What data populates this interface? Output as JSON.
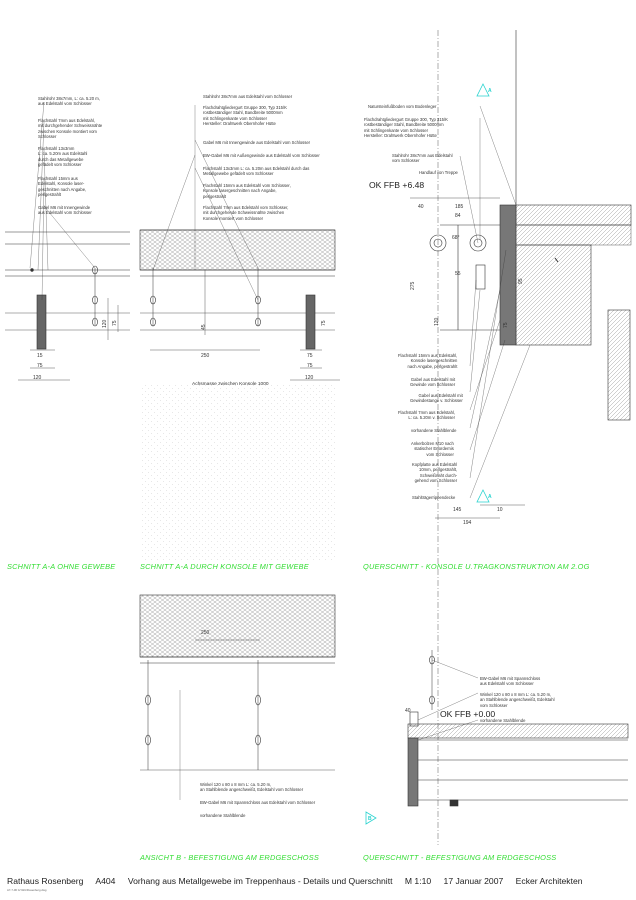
{
  "sections": {
    "a": {
      "title": "SCHNITT A-A OHNE GEWEBE"
    },
    "b": {
      "title": "SCHNITT A-A  DURCH KONSOLE MIT GEWEBE"
    },
    "c": {
      "title": "QUERSCHNITT -  KONSOLE U.TRAGKONSTRUKTION AM 2.OG"
    },
    "d": {
      "title": "ANSICHT B - BEFESTIGUNG AM ERDGESCHOSS"
    },
    "e": {
      "title": "QUERSCHNITT - BEFESTIGUNG AM ERDGESCHOSS"
    }
  },
  "labels_a": [
    "Stahlrohr 38x7mm, L: ca. 5.20 m,\naus Edelstahl vom Schlosser",
    "Flachstahl 7mm aus Edelstahl,\nmit durchgehender Schweissnähte\nzwischen Konsole montiert vom\nSchlosser",
    "Flachstahl 13x3mm\nL: ca. 5.20m aus Edelstahl\ndurch das Metallgewebe\ngefädelt vom Schlosser",
    "Flachstahl 15mm aus\nEdelstahl, Konsole laser-\ngeschnitten nach Angabe,\nperlgestrahlt",
    "Gabel M6 mit Innengewinde\naus Edelstahl vom Schlosser"
  ],
  "labels_b": [
    "Stahlrohr 38x7mm aus Edelstahl vom Schlosser",
    "Flachdrahtgliedergurt Gruppe 300, Typ 315/K\nrostbeständiger Stahl, Bandbreite 5000mm\nmit Schlingenkante vom Schlosser\nHersteller: Drahtwerk Obernhofer Hütte",
    "Gabel M6 mit Innengewinde aus Edelstahl vom Schlosser",
    "BW-Gabel M6 mit Außengewinde aus Edelstahl vom Schlosser",
    "Flachstahl 13x3mm L: ca. 5.20m aus Edelstahl durch das\nMetallgewebe gefädelt vom Schlosser",
    "Flachstahl 15mm aus Edelstahl vom Schlosser,\nKonsole lasergeschnitten nach Angabe,\nperlgestrahlt",
    "Flachstahl 7mm aus Edelstahl vom Schlosser,\nmit durchgehende Schweissnähte zwischen\nKonsole montiert vom Schlosser"
  ],
  "labels_c_top": [
    "Natursteinfußboden vom Bodenleger",
    "Flachdrahtgliedergurt Gruppe 300, Typ 315/K\nrostbeständiger Stahl, Bandbreite 5000mm\nmit Schlingenkante vom Schlosser\nHersteller: Drahtwerk Obernhofer Hütte",
    "Stahlrohr 38x7mm aus Edelstahl\nvom Schlosser",
    "Handlauf von Treppe"
  ],
  "labels_c_left": [
    "Flachstahl 15mm aus Edelstahl,\nKonsole lasergeschnitten\nnach Angabe, perlgestrahlt",
    "Gabel aus Edelstahl mit\nGewinde vom Schlosser",
    "Gabel aus Edelstahl mit\nGewindestange v. Schlosser",
    "Flachstahl 7mm aus Edelstahl,\nL: ca. 5.20m v. Schlosser",
    "vorhandene Stahlblende",
    "Ankerbolzen M10 nach\nstatischer Erfordernis\nvom Schlosser",
    "Kopfplatte aus Edelstahl\n10mm, perlgestrahlt,\nSchweißnaht durch-\ngehend vom Schlosser",
    "Stahlträgerrippendecke"
  ],
  "labels_d": [
    "Winkel 120 x 80 x 8 mm L: ca. 5.20 m,\nan Stahlblende angeschweißt, Edelstahl vom Schlosser",
    "BW-Gabel M6 mit Spannschloss aus Edelstahl vom Schlosser",
    "vorhandene Stahlblende"
  ],
  "labels_e": [
    "BW-Gabel M6 mit Spannschloss\naus Edelstahl vom Schlosser",
    "Winkel 120 x 80 x 8 mm L: ca. 5.20 m,\nan Stahlblende angeschweißt, Edelstahl\nvom Schlosser",
    "vorhandene Stahlblende"
  ],
  "levels": {
    "upper": "OK FFB +6.48",
    "lower": "OK FFB +0.00"
  },
  "notes": {
    "achsmasse": "Achsmasse zwischen Konsole 1000"
  },
  "dims": {
    "a_15": "15",
    "a_75": "75",
    "a_120": "120",
    "a_v120": "120",
    "a_v75": "75",
    "b_45": "45",
    "b_250": "250",
    "b_75": "75",
    "b_120": "120",
    "b_v75": "75",
    "c_40": "40",
    "c_185": "185",
    "c_84": "84",
    "c_68": "68°",
    "c_55": "55",
    "c_275": "275",
    "c_120": "120",
    "c_75": "75",
    "c_95": "95",
    "c_145": "145",
    "c_10": "10",
    "c_194": "194",
    "d_250": "250",
    "e_40": "40"
  },
  "markers": {
    "a_top": "A",
    "a_bottom": "A",
    "b": "B"
  },
  "footer": {
    "project": "Rathaus Rosenberg",
    "sheet": "A404",
    "description": "Vorhang aus Metallgewebe im Treppenhaus  - Details und Querschnitt",
    "scale": "M 1:10",
    "date": "17 Januar 2007",
    "office": "Ecker Architekten",
    "small": "A7-7-06  G:\\WU\\Rosenberg.dwg"
  },
  "colors": {
    "title": "#33dd33",
    "marker": "#2ad3cf",
    "line": "#333333",
    "hatch": "#888888"
  }
}
